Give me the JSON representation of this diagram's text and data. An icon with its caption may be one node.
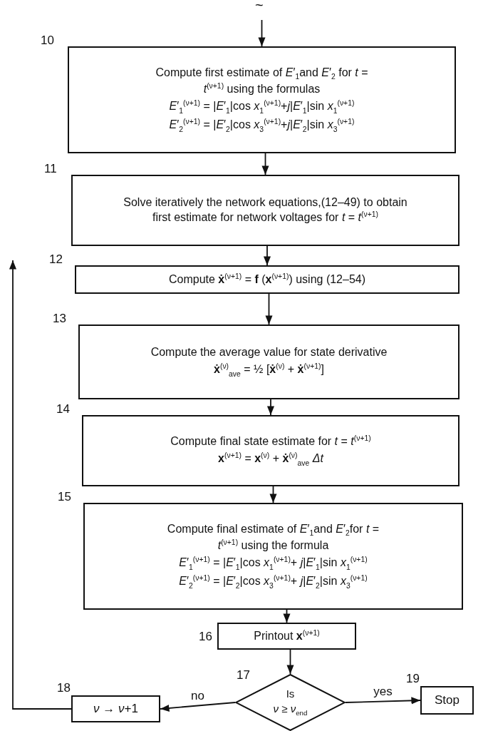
{
  "diagram": {
    "nodes": [
      {
        "text": [
          "Compute first estimate of *E*′$_{1}$and *E*′$_{2}$ for *t* = *t*$^{(ν+1)}$ using the formulas",
          "*E*′$_{1}$$^{(ν+1)}$ = |*E*′$_{1}$|cos *x*$_{1}$$^{(ν+1)}$+*j*|*E*′$_{1}$|sin *x*$_{1}$$^{(ν+1)}$",
          "*E*′$_{2}$$^{(ν+1)}$ = |*E*′$_{2}$|cos *x*$_{3}$$^{(ν+1)}$+*j*|*E*′$_{2}$|sin *x*$_{3}$$^{(ν+1)}$"
        ],
        "beside": [
          "10"
        ]
      },
      {
        "text": [
          "Solve iteratively the network equations,(12–49) to obtain first estimate for network voltages for *t* = *t*$^{(ν+1)}$"
        ],
        "beside": [
          "11"
        ]
      },
      {
        "text": [
          "Compute **ẋ**$^{(ν+1)}$ = **f** (**x**$^{(ν+1)}$) using (12–54)"
        ],
        "beside": [
          "12"
        ]
      },
      {
        "text": [
          "Compute the average value for state derivative",
          "**ẋ**$^{(ν)}$$_{ave}$ = ½ [**ẋ**$^{(ν)}$ + **ẋ**$^{(ν+1)}$]"
        ],
        "beside": [
          "13"
        ]
      },
      {
        "text": [
          "Compute final state estimate for *t* = *t*$^{(ν+1)}$",
          "**x**$^{(ν+1)}$ = **x**$^{(ν)}$ + **ẋ**$^{(ν)}$$_{ave}$ *Δt*"
        ],
        "beside": [
          "14"
        ]
      },
      {
        "text": [
          "Compute final estimate of *E*′$_{1}$and *E*′$_{2}$for *t* = *t*$^{(ν+1)}$ using the formula",
          "*E*′$_{1}$$^{(ν+1)}$ = |*E*′$_{1}$|cos *x*$_{1}$$^{(ν+1)}$+ *j*|*E*′$_{1}$|sin *x*$_{1}$$^{(ν+1)}$",
          "*E*′$_{2}$$^{(ν+1)}$ = |*E*′$_{2}$|cos *x*$_{3}$$^{(ν+1)}$+ *j*|*E*′$_{2}$|sin *x*$_{3}$$^{(ν+1)}$"
        ],
        "beside": [
          "15"
        ]
      },
      {
        "text": [
          "Printout **x**$^{(ν+1)}$"
        ],
        "beside": [
          "16"
        ]
      },
      {
        "text": [
          "Is",
          "*ν* ≥ *ν*$_{end}$"
        ],
        "beside": [
          "17"
        ]
      },
      {
        "text": [
          "*ν* → *ν*+1"
        ],
        "beside": [
          "18"
        ]
      },
      {
        "text": [
          "Stop"
        ],
        "beside": [
          "19"
        ]
      }
    ],
    "edges": [
      {
        "from": null,
        "to": 0,
        "arrow": "to"
      },
      {
        "from": 0,
        "to": 1,
        "arrow": "to"
      },
      {
        "from": 1,
        "to": 2,
        "arrow": "to"
      },
      {
        "from": 2,
        "to": 3,
        "arrow": "to"
      },
      {
        "from": 3,
        "to": 4,
        "arrow": "to"
      },
      {
        "from": 4,
        "to": 5,
        "arrow": "to"
      },
      {
        "from": 5,
        "to": 6,
        "arrow": "to"
      },
      {
        "from": 6,
        "to": 7,
        "arrow": "to"
      },
      {
        "from": 7,
        "to": 8,
        "arrow": "to",
        "label": "no"
      },
      {
        "from": 7,
        "to": 9,
        "arrow": "to",
        "label": "yes"
      },
      {
        "from": 8,
        "to": null,
        "arrow": "to"
      }
    ],
    "labels": [
      "~"
    ]
  }
}
